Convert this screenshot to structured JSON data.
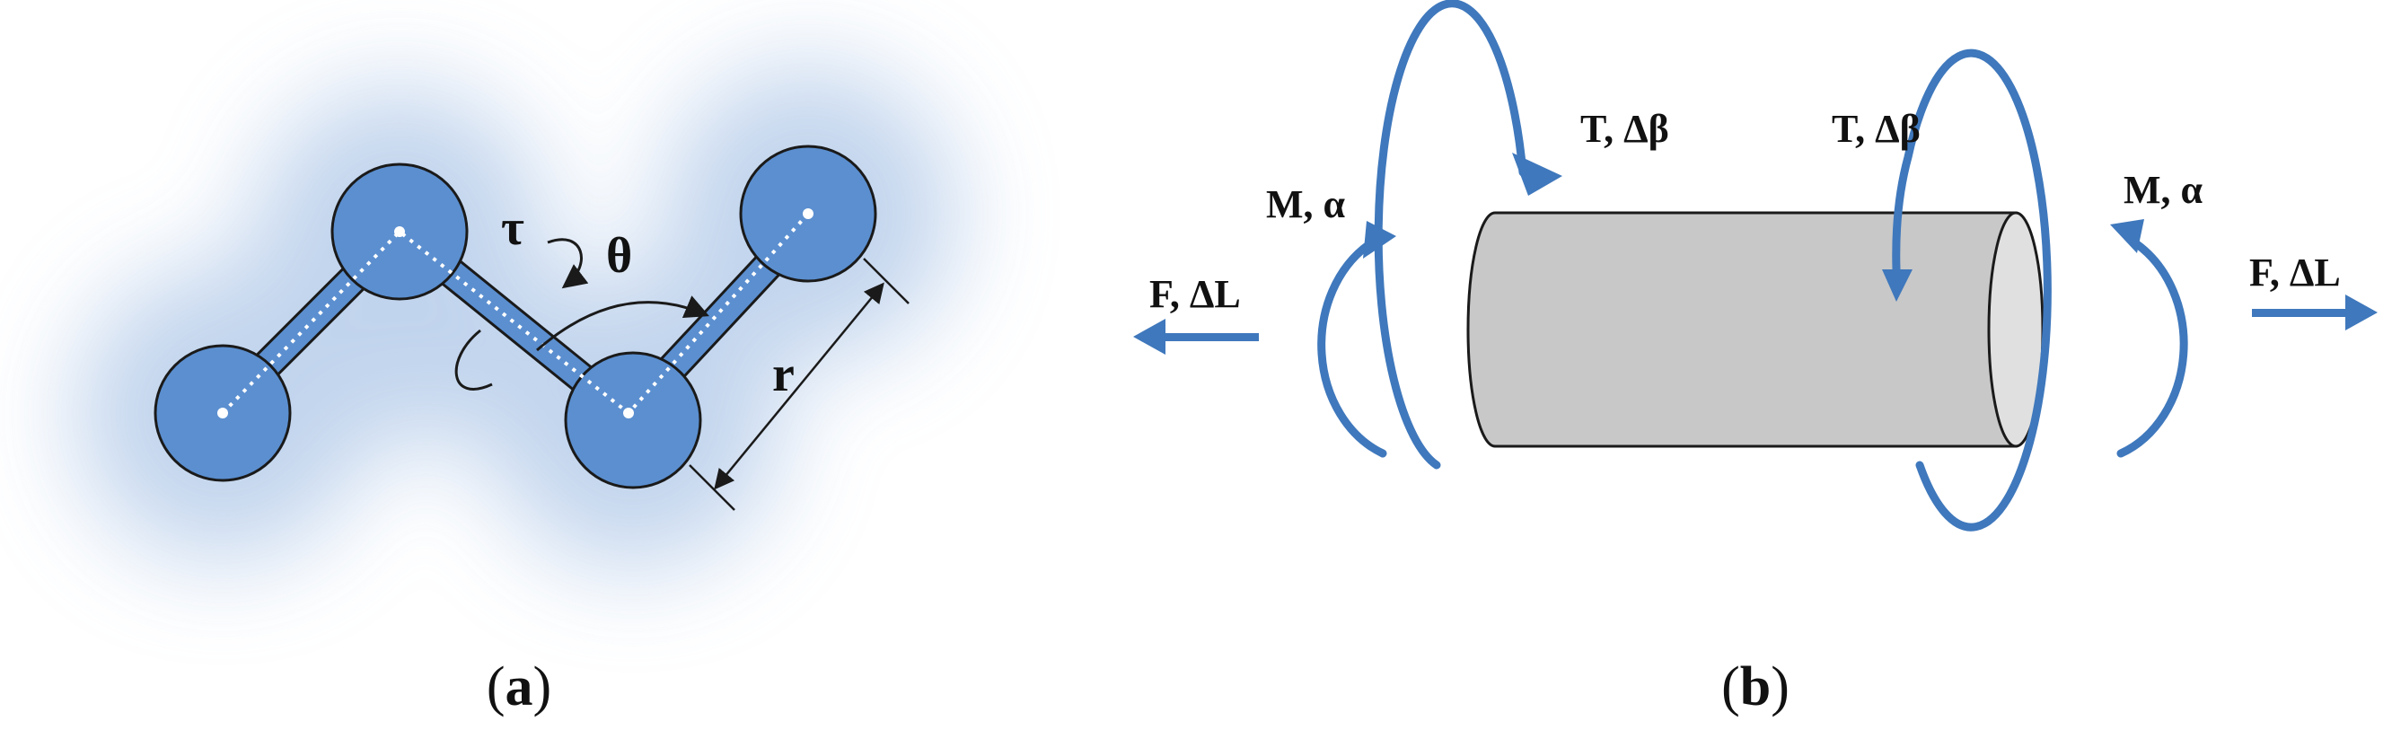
{
  "panel_a": {
    "torsion_label": "τ",
    "angle_label": "θ",
    "bond_label": "r",
    "caption_open": "(",
    "caption_letter": "a",
    "caption_close": ")"
  },
  "panel_b": {
    "torque_left_label": "T, Δβ",
    "torque_right_label": "T, Δβ",
    "moment_left_label": "M, α",
    "moment_right_label": "M, α",
    "force_left_label": "F, ΔL",
    "force_right_label": "F, ΔL",
    "caption_open": "(",
    "caption_letter": "b",
    "caption_close": ")"
  },
  "colors": {
    "atom_fill": "#5b8fd0",
    "arrow_blue": "#3f78bc",
    "cylinder_fill": "#c8c8c8",
    "cylinder_end": "#e0e0e0",
    "outline": "#1a1a1a"
  }
}
